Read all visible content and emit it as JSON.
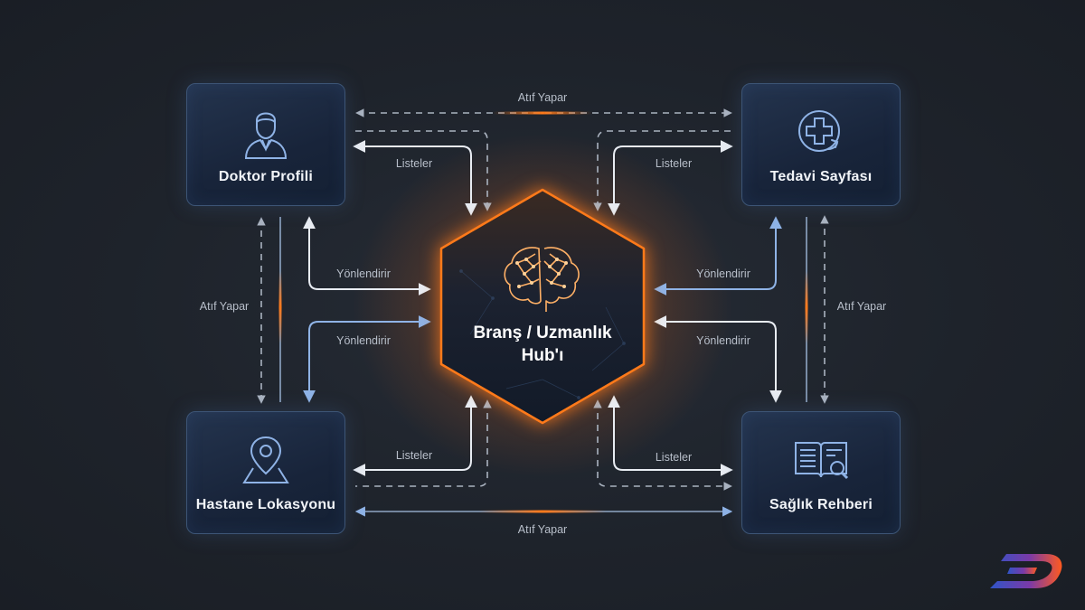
{
  "hub": {
    "line1": "Branş / Uzmanlık",
    "line2": "Hub'ı",
    "icon": "brain-icon"
  },
  "nodes": {
    "doctor": {
      "label": "Doktor Profili",
      "icon": "doctor-icon"
    },
    "treatment": {
      "label": "Tedavi Sayfası",
      "icon": "medical-cross-icon"
    },
    "hospital": {
      "label": "Hastane Lokasyonu",
      "icon": "location-pin-icon"
    },
    "guide": {
      "label": "Sağlık Rehberi",
      "icon": "book-search-icon"
    }
  },
  "edges": {
    "top_atif": "Atıf Yapar",
    "bottom_atif": "Atıf Yapar",
    "left_atif": "Atıf Yapar",
    "right_atif": "Atıf Yapar",
    "listeler_tl": "Listeler",
    "listeler_tr": "Listeler",
    "listeler_bl": "Listeler",
    "listeler_br": "Listeler",
    "yonlendirir_l1": "Yönlendirir",
    "yonlendirir_l2": "Yönlendirir",
    "yonlendirir_r1": "Yönlendirir",
    "yonlendirir_r2": "Yönlendirir"
  },
  "colors": {
    "accent": "#ff7a1a",
    "line": "#e8ecf2",
    "blue_line": "#8fb3e6",
    "node_border": "#3d5576",
    "logo_blue": "#2f55c8",
    "logo_orange": "#ff5a1f"
  },
  "logo": {
    "icon": "brand-logo"
  }
}
